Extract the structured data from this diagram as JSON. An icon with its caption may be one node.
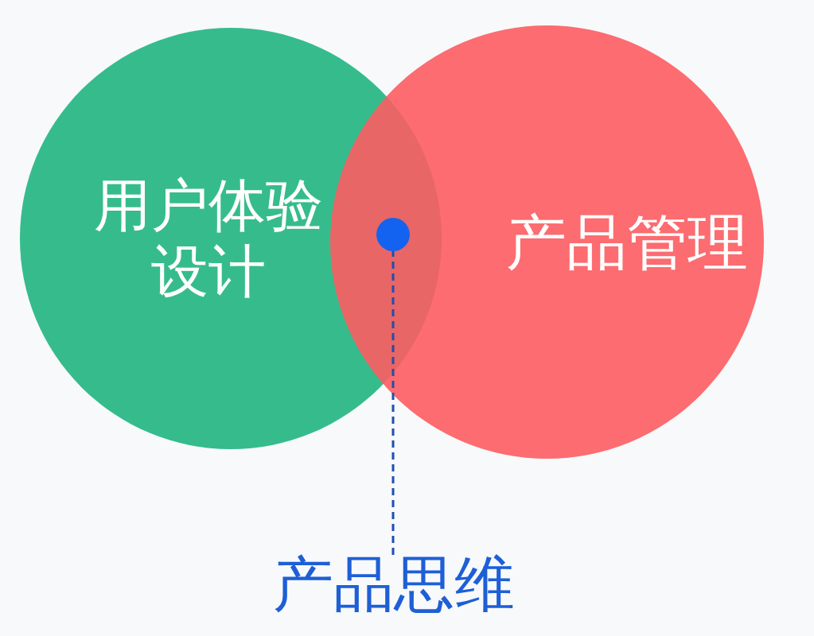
{
  "diagram": {
    "nodes": [
      {
        "text": [
          "用户体验设计"
        ]
      },
      {
        "text": [
          "产品管理"
        ]
      },
      {
        "text": [],
        "shape": "circle"
      },
      {
        "text": [
          "产品思维"
        ]
      }
    ],
    "edges": [
      {
        "from": 3,
        "to": 2,
        "arrow": "none",
        "style": "dashed"
      }
    ]
  }
}
